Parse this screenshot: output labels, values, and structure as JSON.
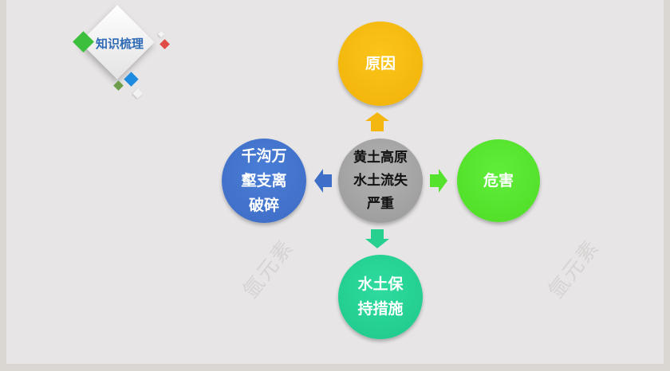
{
  "badge": {
    "title": "知识梳理"
  },
  "diagram": {
    "center": {
      "lines": [
        "黄土高原",
        "水土流失",
        "严重"
      ],
      "color": "#a8a7a7"
    },
    "top": {
      "lines": [
        "原因"
      ],
      "color": "#f7bb12"
    },
    "right": {
      "lines": [
        "危害"
      ],
      "color": "#57e52f"
    },
    "left": {
      "lines": [
        "千沟万",
        "壑支离",
        "破碎"
      ],
      "color": "#4274cc"
    },
    "bottom": {
      "lines": [
        "水土保",
        "持措施"
      ],
      "color": "#25d192"
    }
  },
  "watermarks": [
    "氩元素",
    "氩元素"
  ],
  "colors": {
    "background": "#e7e5e5",
    "border": "#dad6d2",
    "badge_text": "#2e6ab5"
  }
}
